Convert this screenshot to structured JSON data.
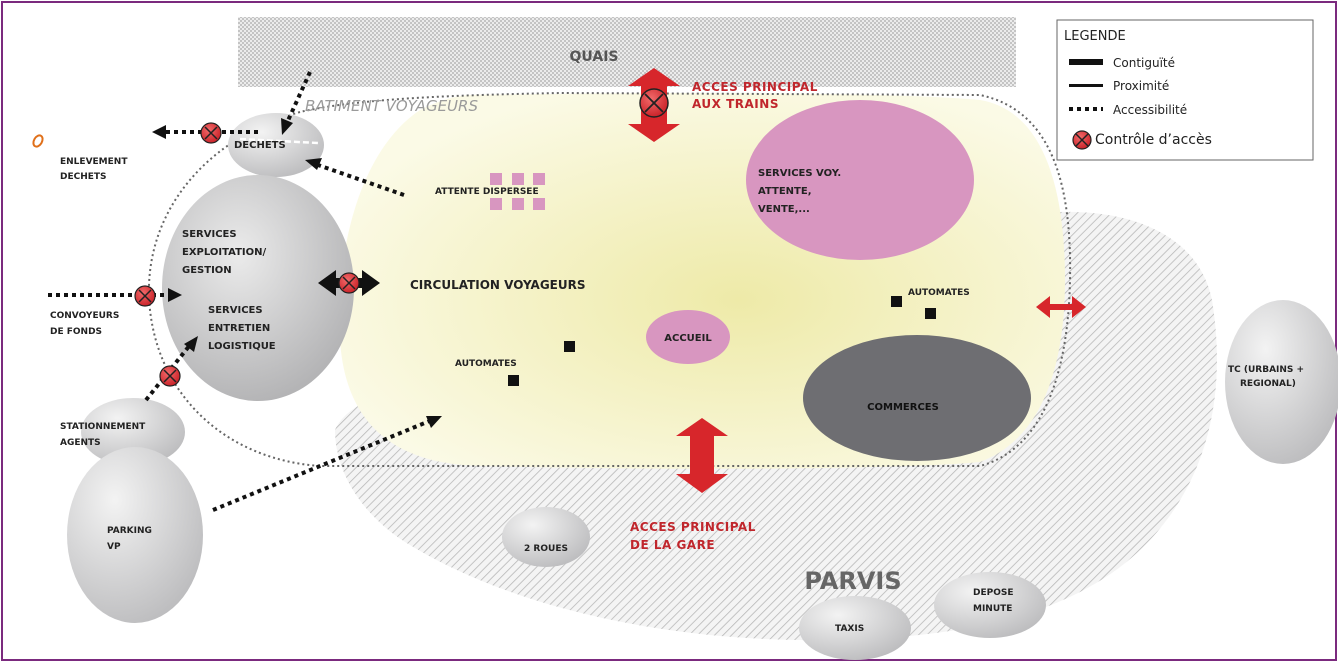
{
  "diagram": {
    "quais": "QUAIS",
    "batiment_voyageurs": "BATIMENT VOYAGEURS",
    "acces_trains": [
      "ACCES PRINCIPAL",
      "AUX TRAINS"
    ],
    "acces_gare": [
      "ACCES PRINCIPAL",
      "DE LA GARE"
    ],
    "enlevement": [
      "ENLEVEMENT",
      "DECHETS"
    ],
    "dechets": "DECHETS",
    "attente_dispersee": "ATTENTE DISPERSEE",
    "services_voy": [
      "SERVICES VOY.",
      "ATTENTE,",
      "VENTE,..."
    ],
    "services_exploitation": [
      "SERVICES",
      "EXPLOITATION/",
      "GESTION"
    ],
    "services_entretien": [
      "SERVICES",
      "ENTRETIEN",
      "LOGISTIQUE"
    ],
    "convoyeurs": [
      "CONVOYEURS",
      "DE FONDS"
    ],
    "circulation": "CIRCULATION VOYAGEURS",
    "automates_right": "AUTOMATES",
    "automates_left": "AUTOMATES",
    "accueil": "ACCUEIL",
    "commerces": "COMMERCES",
    "stationnement": [
      "STATIONNEMENT",
      "AGENTS"
    ],
    "parking": [
      "PARKING",
      "VP"
    ],
    "deux_roues": "2 ROUES",
    "parvis": "PARVIS",
    "depose": [
      "DEPOSE",
      "MINUTE"
    ],
    "taxis": "TAXIS",
    "tc": [
      "TC (URBAINS +",
      "REGIONAL)"
    ]
  },
  "legend": {
    "title": "LEGENDE",
    "contiguite": "Contiguïté",
    "proximite": "Proximité",
    "accessibilite": "Accessibilité",
    "controle": "Contrôle d’accès"
  },
  "colors": {
    "frame": "#7b2a7e",
    "access_red": "#d7262b",
    "pink": "#d896c0",
    "pale_yellow": "#f7f4c8",
    "dark_grey": "#6e6e72",
    "light_grey": "#d4d4d6",
    "label_red": "#c0262c"
  }
}
